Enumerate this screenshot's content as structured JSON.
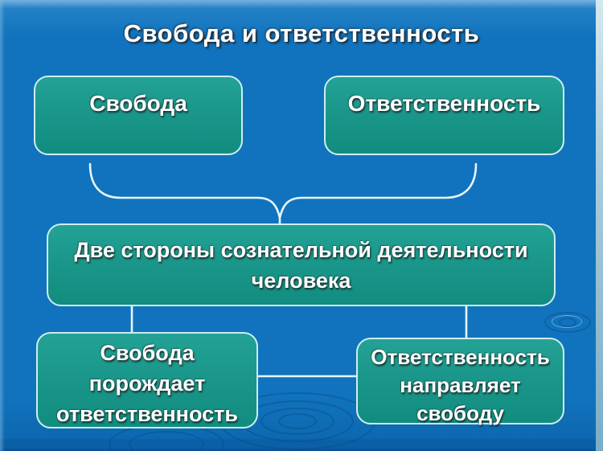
{
  "slide": {
    "title": "Свобода и ответственность",
    "nodes": [
      {
        "id": "freedom",
        "label": "Свобода"
      },
      {
        "id": "responsibility",
        "label": "Ответственность"
      },
      {
        "id": "two-sides",
        "label": "Две стороны сознательной деятельности человека",
        "lines": [
          "Две стороны сознательной деятельности",
          "человека"
        ]
      },
      {
        "id": "freedom-generates-responsibility",
        "label": "Свобода порождает ответственность",
        "lines": [
          "Свобода",
          "порождает",
          "ответственность"
        ]
      },
      {
        "id": "responsibility-directs-freedom",
        "label": "Ответственность направляет свободу",
        "lines": [
          "Ответственность",
          "направляет",
          "свободу"
        ]
      }
    ],
    "edges": [
      {
        "from": [
          "freedom",
          "responsibility"
        ],
        "to": "two-sides",
        "type": "brace"
      },
      {
        "from": "two-sides",
        "to": "freedom-generates-responsibility",
        "type": "line"
      },
      {
        "from": "two-sides",
        "to": "responsibility-directs-freedom",
        "type": "line"
      },
      {
        "from": "freedom-generates-responsibility",
        "to": "responsibility-directs-freedom",
        "type": "line"
      }
    ],
    "colors": {
      "background": "#1173bd",
      "box_fill": "#1a978a",
      "box_border": "#cdeef3",
      "connector": "#e6f6fb",
      "text": "#ffffff"
    }
  }
}
